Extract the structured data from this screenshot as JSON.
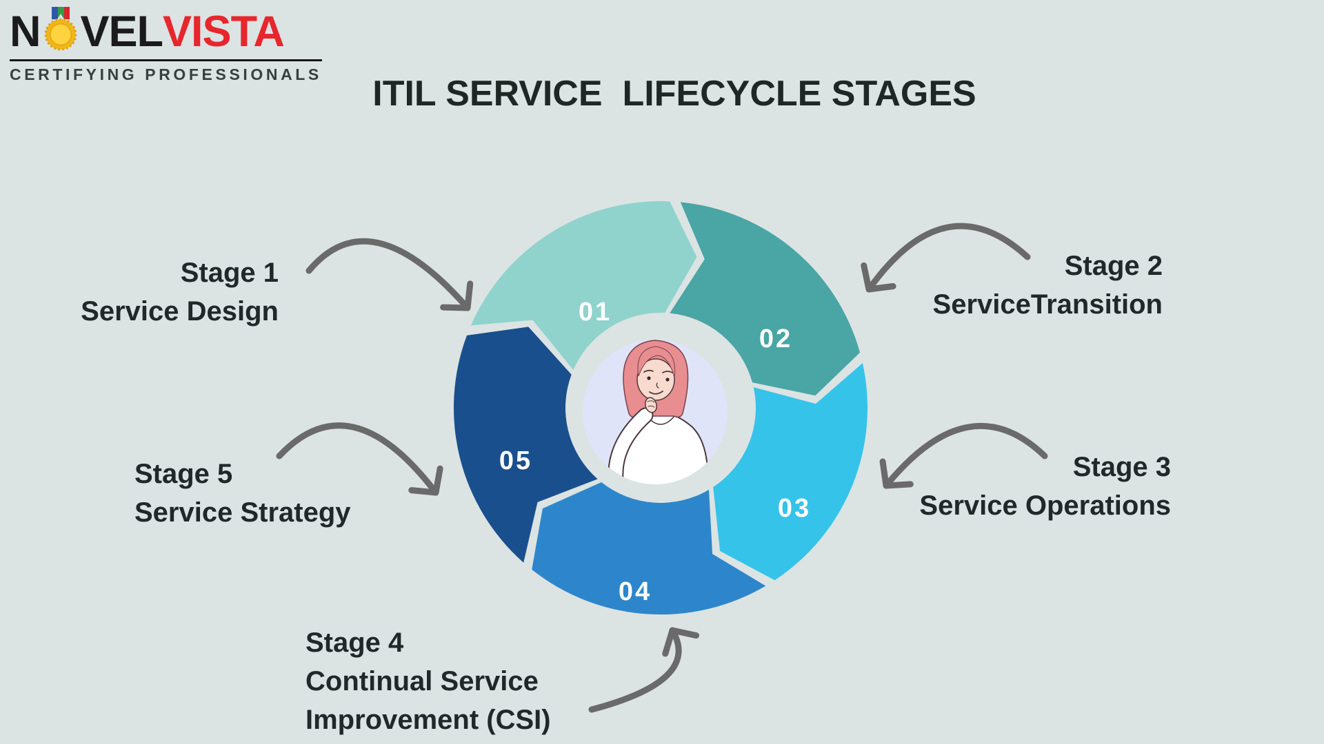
{
  "colors": {
    "background": "#dce3e3",
    "title_text": "#1f2725",
    "label_text": "#20282a",
    "arrow": "#6a6a6a",
    "center_circle": "#e0e4f8",
    "segment_number_text": "#ffffff",
    "logo_black": "#1b1b1b",
    "logo_red": "#e8262d",
    "medal_gold": "#f0b71c",
    "tagline_text": "#37403f"
  },
  "logo": {
    "text_before_medal": "N",
    "text_after_medal": "VEL",
    "text_accent": "VISTA",
    "tagline": "CERTIFYING PROFESSIONALS"
  },
  "title": "ITIL SERVICE  LIFECYCLE STAGES",
  "wheel": {
    "center_illustration": "woman-thinking",
    "segments": [
      {
        "number": "01",
        "color": "#8fd3cc"
      },
      {
        "number": "02",
        "color": "#4aa5a5"
      },
      {
        "number": "03",
        "color": "#35c3ea"
      },
      {
        "number": "04",
        "color": "#2d86cb"
      },
      {
        "number": "05",
        "color": "#1a4f8d"
      }
    ]
  },
  "labels": {
    "stage1": {
      "stage": "Stage 1",
      "line1": "Service Design"
    },
    "stage2": {
      "stage": "Stage 2",
      "line1": "ServiceTransition"
    },
    "stage3": {
      "stage": "Stage 3",
      "line1": "Service Operations"
    },
    "stage4": {
      "stage": "Stage 4",
      "line1": "Continual Service",
      "line2": "Improvement (CSI)"
    },
    "stage5": {
      "stage": "Stage 5",
      "line1": "Service Strategy"
    }
  }
}
